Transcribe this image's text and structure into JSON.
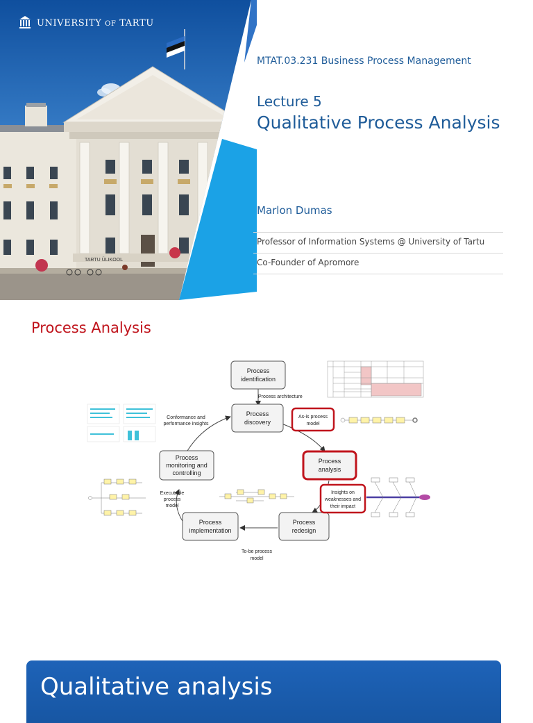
{
  "slide1": {
    "university": "UNIVERSITY",
    "university_of": "OF",
    "university_name": "TARTU",
    "building_sign": "TARTU ÜLIKOOL",
    "course": "MTAT.03.231 Business Process Management",
    "lecture": "Lecture 5",
    "title": "Qualitative Process Analysis",
    "author": "Marlon Dumas",
    "affiliation1": "Professor of Information Systems @ University of Tartu",
    "affiliation2": "Co-Founder of Apromore"
  },
  "slide2": {
    "title": "Process Analysis",
    "boxes": {
      "identification": [
        "Process",
        "identification"
      ],
      "discovery": [
        "Process",
        "discovery"
      ],
      "analysis": [
        "Process",
        "analysis"
      ],
      "redesign": [
        "Process",
        "redesign"
      ],
      "implementation": [
        "Process",
        "implementation"
      ],
      "monitoring": [
        "Process",
        "monitoring and",
        "controlling"
      ]
    },
    "labels": {
      "architecture": "Process architecture",
      "asis": [
        "As-is process",
        "model"
      ],
      "insights": [
        "Insights on",
        "weaknesses and",
        "their impact"
      ],
      "tobe": [
        "To-be process",
        "model"
      ],
      "executable": [
        "Executable",
        "process",
        "model"
      ],
      "conformance": [
        "Conformance and",
        "performance insights"
      ]
    },
    "colors": {
      "highlight": "#c0141c",
      "box_fill": "#f3f3f3",
      "box_stroke": "#555555"
    }
  },
  "slide3": {
    "title": "Qualitative analysis"
  }
}
